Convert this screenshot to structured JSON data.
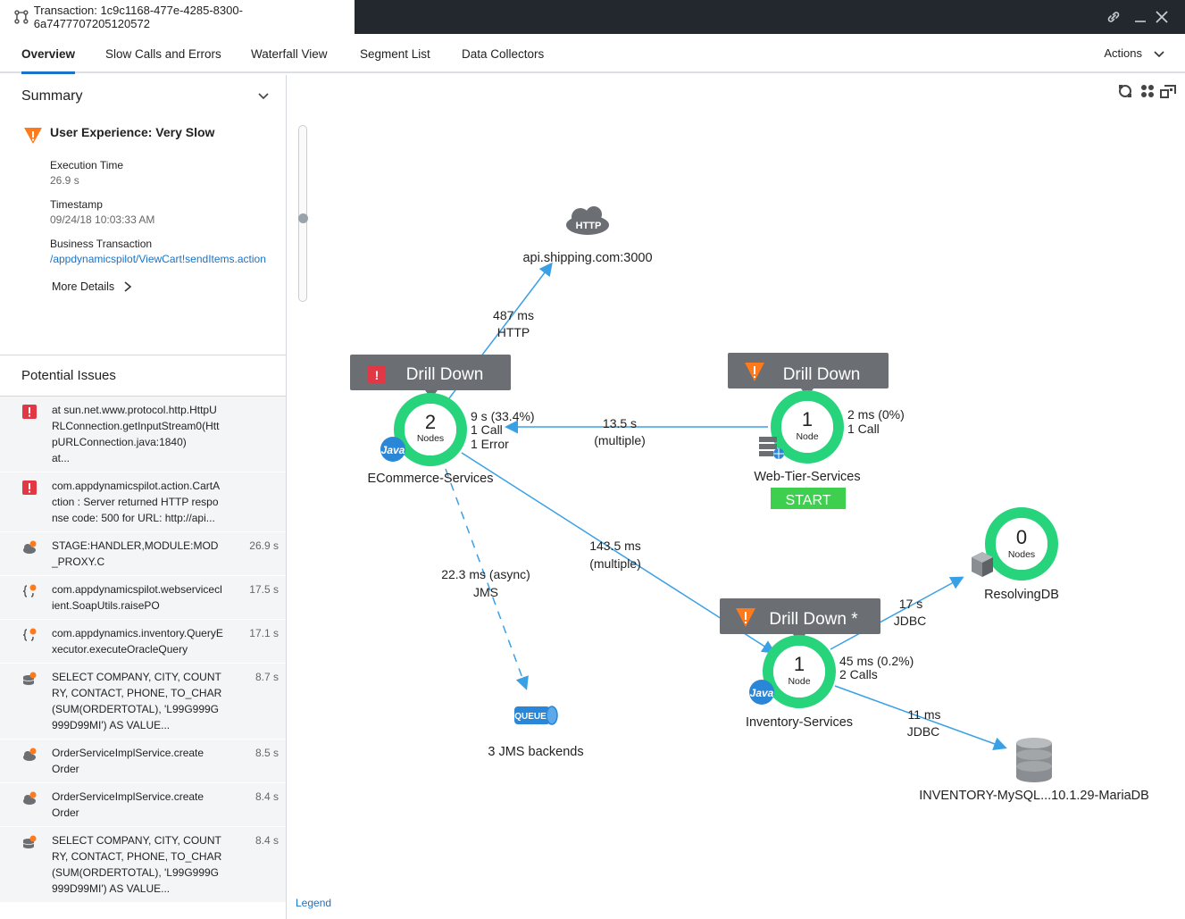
{
  "window": {
    "title": "Transaction: 1c9c1168-477e-4285-8300-6a7477707205120572"
  },
  "tabs": [
    {
      "label": "Overview",
      "active": true
    },
    {
      "label": "Slow Calls and Errors",
      "active": false
    },
    {
      "label": "Waterfall View",
      "active": false
    },
    {
      "label": "Segment List",
      "active": false
    },
    {
      "label": "Data Collectors",
      "active": false
    }
  ],
  "actions_label": "Actions",
  "summary": {
    "heading": "Summary",
    "user_experience": "User Experience: Very Slow",
    "execution_time_label": "Execution Time",
    "execution_time": "26.9 s",
    "timestamp_label": "Timestamp",
    "timestamp": "09/24/18 10:03:33 AM",
    "bt_label": "Business Transaction",
    "bt_link": "/appdynamicspilot/ViewCart!sendItems.action",
    "more_details": "More Details"
  },
  "potential_issues": {
    "heading": "Potential Issues",
    "items": [
      {
        "icon": "error-icon",
        "text": "at sun.net.www.protocol.http.HttpURLConnection.getInputStream0(HttpURLConnection.java:1840)\nat...",
        "duration": ""
      },
      {
        "icon": "error-icon",
        "text": "com.appdynamicspilot.action.CartAction : Server returned HTTP response code: 500 for URL: http://api...",
        "duration": ""
      },
      {
        "icon": "cloud-warning-icon",
        "text": "STAGE:HANDLER,MODULE:MOD_PROXY.C",
        "duration": "26.9 s"
      },
      {
        "icon": "method-warning-icon",
        "text": "com.appdynamicspilot.webserviceclient.SoapUtils.raisePO",
        "duration": "17.5 s"
      },
      {
        "icon": "method-warning-icon",
        "text": "com.appdynamics.inventory.QueryExecutor.executeOracleQuery",
        "duration": "17.1 s"
      },
      {
        "icon": "database-warning-icon",
        "text": "SELECT COMPANY, CITY, COUNTRY, CONTACT, PHONE, TO_CHAR(SUM(ORDERTOTAL), 'L99G999G999D99MI') AS VALUE...",
        "duration": "8.7 s"
      },
      {
        "icon": "cloud-warning-icon",
        "text": "OrderServiceImplService.create\nOrder",
        "duration": "8.5 s"
      },
      {
        "icon": "cloud-warning-icon",
        "text": "OrderServiceImplService.create\nOrder",
        "duration": "8.4 s"
      },
      {
        "icon": "database-warning-icon",
        "text": "SELECT COMPANY, CITY, COUNTRY, CONTACT, PHONE, TO_CHAR(SUM(ORDERTOTAL), 'L99G999G999D99MI') AS VALUE...",
        "duration": "8.4 s"
      }
    ]
  },
  "flowmap": {
    "colors": {
      "healthy": "#27d47c",
      "drill": "#6b6e72",
      "arrow": "#3aa0e6",
      "error": "#e23845",
      "warning": "#ff7a1a",
      "start": "#3fcf4f"
    },
    "http_badge": "HTTP",
    "http_label": "api.shipping.com:3000",
    "http_edge": {
      "time": "487 ms",
      "type": "HTTP"
    },
    "drill_down": "Drill Down",
    "drill_down_star": "Drill Down *",
    "ecommerce": {
      "count": "2",
      "unit": "Nodes",
      "name": "ECommerce-Services",
      "stats": [
        "9 s (33.4%)",
        "1 Call",
        "1 Error"
      ],
      "badge": "Java"
    },
    "webtier": {
      "count": "1",
      "unit": "Node",
      "name": "Web-Tier-Services",
      "stats": [
        "2 ms (0%)",
        "1 Call"
      ],
      "start": "START"
    },
    "web_edge": {
      "time": "13.5 s",
      "type": "(multiple)"
    },
    "inventory": {
      "count": "1",
      "unit": "Node",
      "name": "Inventory-Services",
      "stats": [
        "45 ms (0.2%)",
        "2 Calls"
      ],
      "badge": "Java"
    },
    "inv_edge": {
      "time": "143.5 ms",
      "type": "(multiple)"
    },
    "jms_edge": {
      "time": "22.3 ms (async)",
      "type": "JMS"
    },
    "queue_badge": "QUEUE",
    "queue_label": "3 JMS backends",
    "resolving": {
      "count": "0",
      "unit": "Nodes",
      "name": "ResolvingDB"
    },
    "resolving_edge": {
      "time": "17 s",
      "type": "JDBC"
    },
    "maria_edge": {
      "time": "11 ms",
      "type": "JDBC"
    },
    "maria_label": "INVENTORY-MySQL...10.1.29-MariaDB"
  },
  "legend": "Legend"
}
